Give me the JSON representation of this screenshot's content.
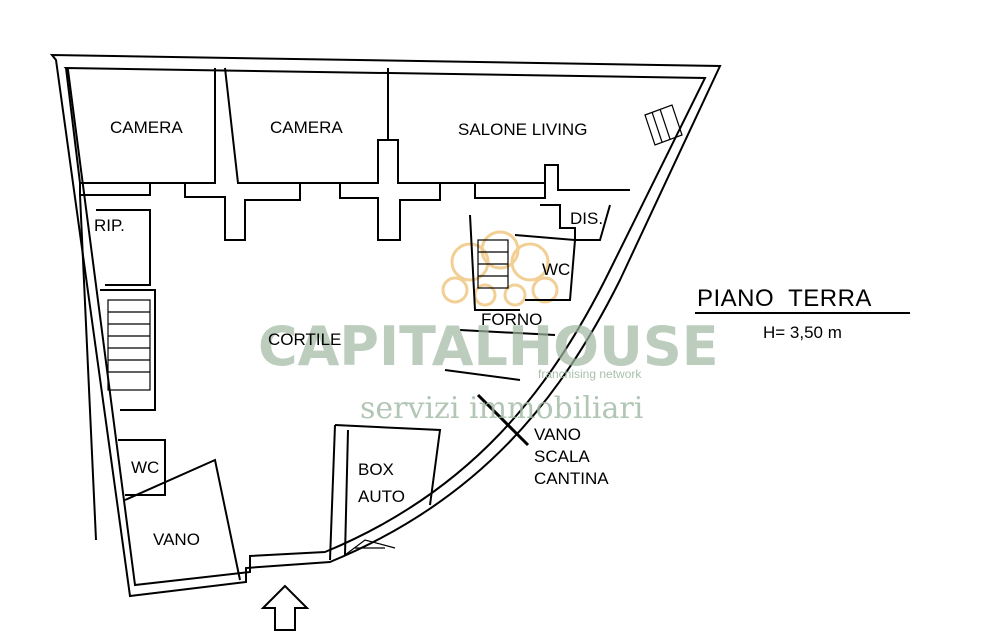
{
  "plan_title": "PIANO  TERRA",
  "ceiling_height": "H= 3,50 m",
  "rooms": {
    "camera_1": "CAMERA",
    "camera_2": "CAMERA",
    "salone": "SALONE LIVING",
    "dis": "DIS.",
    "rip": "RIP.",
    "wc_upper": "WC",
    "forno": "FORNO",
    "cortile": "CORTILE",
    "wc_lower": "WC",
    "vano": "VANO",
    "box_auto_1": "BOX",
    "box_auto_2": "AUTO",
    "vano_scala_1": "VANO",
    "vano_scala_2": "SCALA",
    "vano_scala_3": "CANTINA"
  },
  "watermark": {
    "brand": "CAPITALHOUSE",
    "tagline": "franchising network",
    "services": "servizi immobiliari",
    "color": "#9fb8a3"
  },
  "entrance_icon": "arrow-up-icon"
}
